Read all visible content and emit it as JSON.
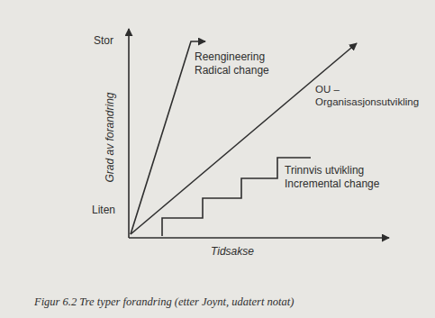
{
  "diagram": {
    "caption": "Figur 6.2 Tre typer forandring (etter Joynt, udatert notat)",
    "labels": [
      "Stor",
      "Liten",
      "Grad av forandring",
      "Reengineering Radical change",
      "OU – Organisasjonsutvikling",
      "Trinnvis utvikling Incremental change",
      "Tidsakse"
    ]
  }
}
